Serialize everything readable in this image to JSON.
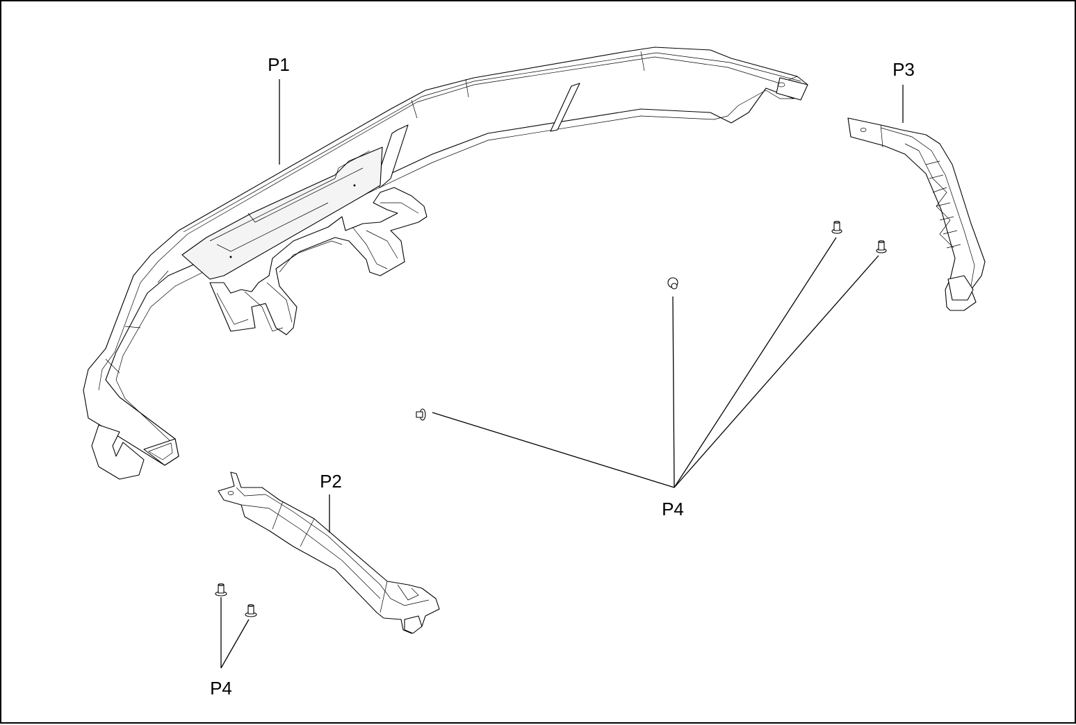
{
  "labels": {
    "p1": "P1",
    "p2": "P2",
    "p3": "P3",
    "p4_center": "P4",
    "p4_bottom_left": "P4"
  },
  "colors": {
    "line": "#000000",
    "background": "#ffffff"
  }
}
